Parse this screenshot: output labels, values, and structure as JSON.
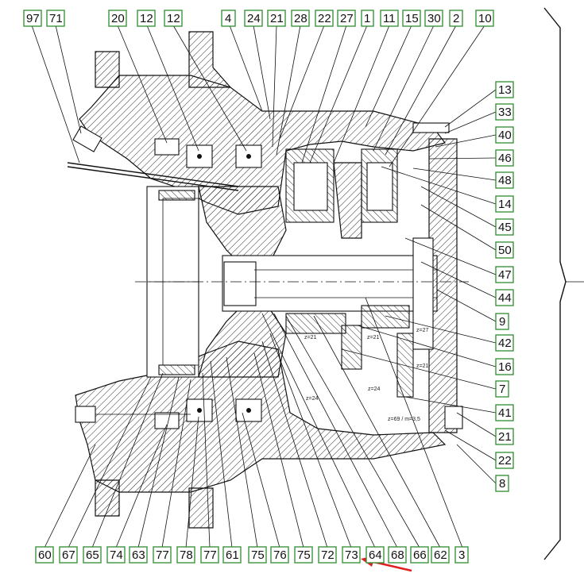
{
  "labels_top": [
    "97",
    "71",
    "20",
    "12",
    "12",
    "4",
    "24",
    "21",
    "28",
    "22",
    "27",
    "1",
    "11",
    "15",
    "30",
    "2",
    "10"
  ],
  "labels_right": [
    "13",
    "33",
    "40",
    "46",
    "48",
    "14",
    "45",
    "50",
    "47",
    "44",
    "9",
    "42",
    "16",
    "7",
    "41",
    "21",
    "22",
    "8"
  ],
  "labels_bottom": [
    "60",
    "67",
    "65",
    "74",
    "63",
    "77",
    "78",
    "77",
    "61",
    "75",
    "76",
    "75",
    "72",
    "73",
    "64",
    "68",
    "66",
    "62",
    "3"
  ],
  "annotations": {
    "z21_a": "z=21",
    "z21_b": "z=21",
    "z21_c": "z=21",
    "z24_a": "z=24",
    "z24_b": "z=24",
    "z27": "z=27",
    "z69": "z=69 / m=3,5"
  },
  "colors": {
    "label_border": "#2e8b2e",
    "arrow": "#e02020",
    "ink": "#111111"
  }
}
